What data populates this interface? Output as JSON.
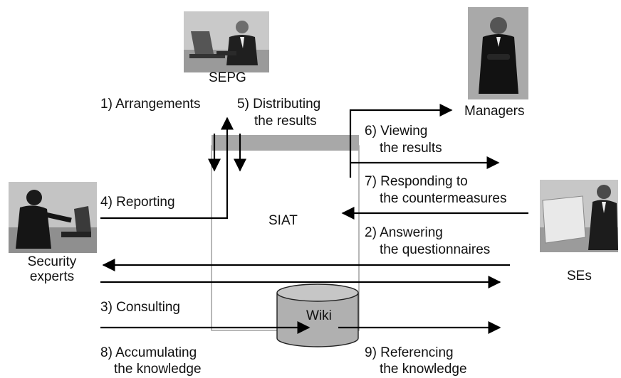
{
  "actors": {
    "sepg": "SEPG",
    "managers": "Managers",
    "security_experts": [
      "Security",
      "experts"
    ],
    "ses": "SEs"
  },
  "system": {
    "name": "SIAT",
    "store": "Wiki"
  },
  "steps": {
    "s1": "1) Arrangements",
    "s2": [
      "2) Answering",
      "the questionnaires"
    ],
    "s3": "3) Consulting",
    "s4": "4) Reporting",
    "s5": [
      "5) Distributing",
      "the results"
    ],
    "s6": [
      "6) Viewing",
      "the results"
    ],
    "s7": [
      "7) Responding to",
      "the countermeasures"
    ],
    "s8": [
      "8) Accumulating",
      "the knowledge"
    ],
    "s9": [
      "9) Referencing",
      "the knowledge"
    ]
  },
  "colors": {
    "line": "#000000",
    "header_bar": "#a8a8a8",
    "system_box": "#999999",
    "cylinder": "#b0b0b0"
  },
  "icons": {
    "sepg": "man-at-laptop-photo",
    "managers": "businessman-standing-photo",
    "security_experts": "woman-at-laptop-photo",
    "ses": "man-at-monitor-photo"
  }
}
